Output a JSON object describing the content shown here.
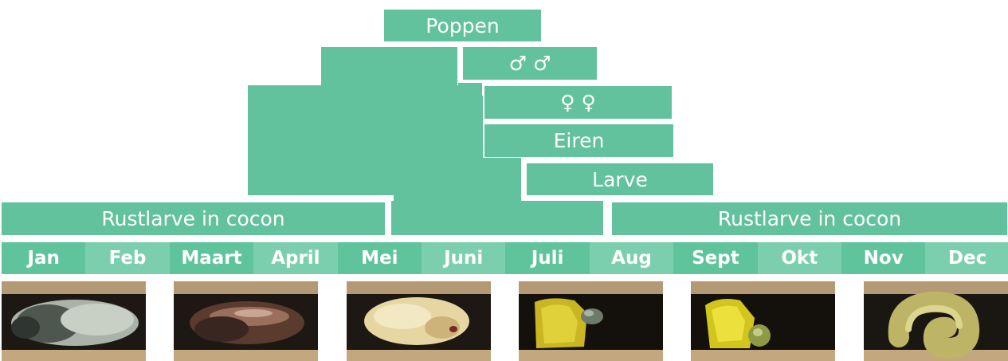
{
  "stages": {
    "poppen": "Poppen",
    "males": "♂ ♂",
    "females": "♀ ♀",
    "eiren": "Eiren",
    "larve": "Larve",
    "rustlarve_left": "Rustlarve in cocon",
    "rustlarve_right": "Rustlarve in cocon"
  },
  "months": [
    "Jan",
    "Feb",
    "Maart",
    "April",
    "Mei",
    "Juni",
    "Juli",
    "Aug",
    "Sept",
    "Okt",
    "Nov",
    "Dec"
  ],
  "colors": {
    "bar": "#62c29e",
    "month_dark": "#5fc39b",
    "month_light": "#7ccfae"
  },
  "photos": [
    {
      "name": "cocoon-silver-photo"
    },
    {
      "name": "cocoon-brown-photo"
    },
    {
      "name": "pupa-cream-photo"
    },
    {
      "name": "egg-pollen-photo"
    },
    {
      "name": "larva-pollen-photo"
    },
    {
      "name": "curled-larva-photo"
    }
  ]
}
